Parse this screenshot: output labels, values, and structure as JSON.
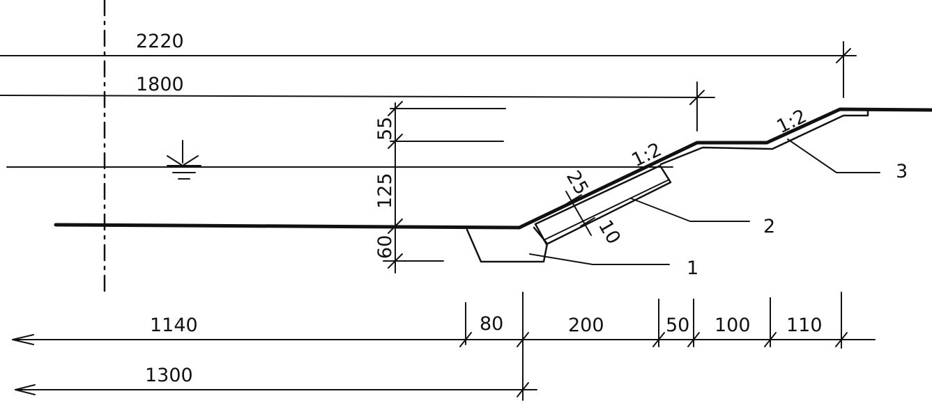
{
  "drawing": {
    "dimensions": {
      "top_total": "2220",
      "top_second": "1800",
      "vertical_top": "55",
      "vertical_middle": "125",
      "vertical_bottom": "60",
      "revetment_thickness": "25",
      "filter_thickness": "10",
      "bottom_left_1": "1140",
      "bottom_left_2": "1300",
      "seg_80": "80",
      "seg_200": "200",
      "seg_50": "50",
      "seg_100": "100",
      "seg_110": "110"
    },
    "slopes": {
      "lower": "1:2",
      "upper": "1:2"
    },
    "callouts": {
      "one": "1",
      "two": "2",
      "three": "3"
    }
  }
}
